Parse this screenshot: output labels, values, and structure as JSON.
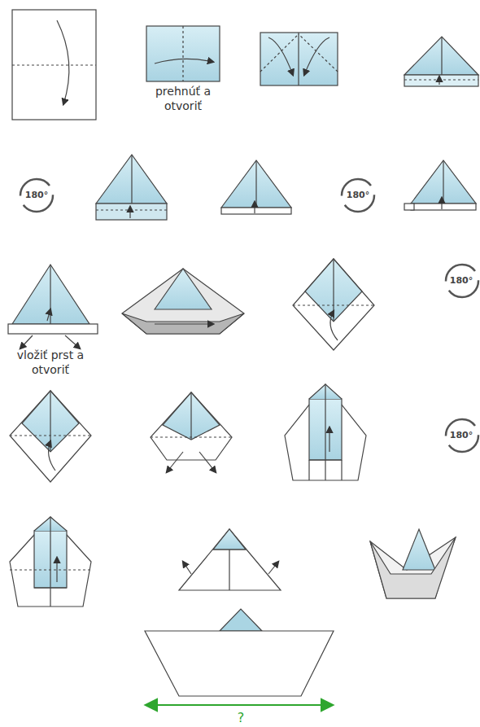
{
  "diagram": {
    "labels": [
      "prehnúť a otvoriť",
      "180°",
      "180°",
      "vložiť prst a otvoriť",
      "180°",
      "180°",
      "?"
    ]
  }
}
